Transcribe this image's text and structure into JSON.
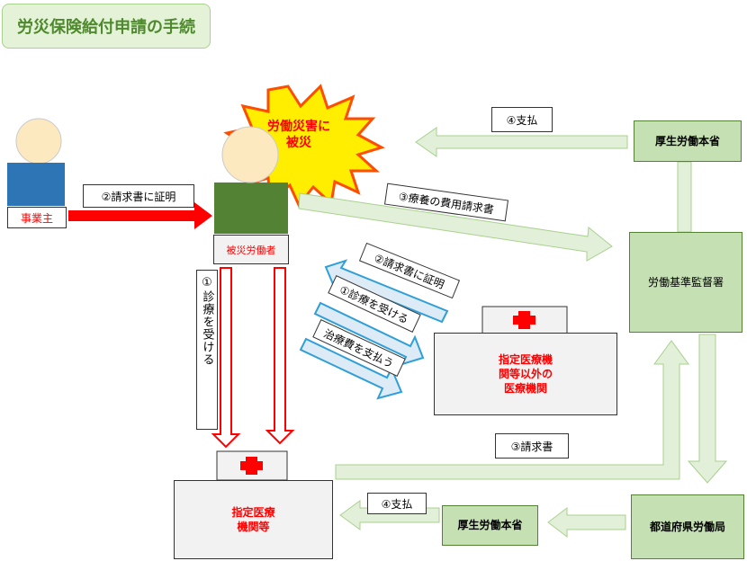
{
  "title": "労災保険給付申請の手続",
  "burst": {
    "line1": "労働災害に",
    "line2": "被災"
  },
  "actors": {
    "employer_label": "事業主",
    "worker_label": "被災労働者"
  },
  "offices": {
    "mhlw_top": "厚生労働本省",
    "labor_standards_office": "労働基準監督署",
    "mhlw_bottom": "厚生労働本省",
    "prefectural_labor_bureau": "都道府県労働局"
  },
  "hospitals": {
    "designated": {
      "line1": "指定医療",
      "line2": "機関等"
    },
    "non_designated": {
      "line1": "指定医療機",
      "line2": "関等以外の",
      "line3": "医療機関"
    }
  },
  "steps": {
    "certify_request_employer": "②請求書に証明",
    "receive_treatment_vertical": "①診療を受ける",
    "certify_request_diag": "②請求書に証明",
    "receive_treatment_diag": "①診療を受ける",
    "pay_treatment_diag": "治療費を支払う",
    "expense_claim": "③療養の費用請求書",
    "pay_top": "④支払",
    "claim_bottom": "③請求書",
    "pay_bottom": "④支払"
  },
  "colors": {
    "title_green": "#4e8a2d",
    "arrow_green": "#e2efd9",
    "arrow_green_border": "#a9d18e",
    "arrow_red": "#ff0000",
    "arrow_blue_fill": "#ddebf7",
    "arrow_blue_border": "#2e9fd9",
    "worker_body": "#548235",
    "employer_body": "#2e75b6",
    "head": "#fde9c0",
    "burst_yellow": "#ffee00"
  }
}
